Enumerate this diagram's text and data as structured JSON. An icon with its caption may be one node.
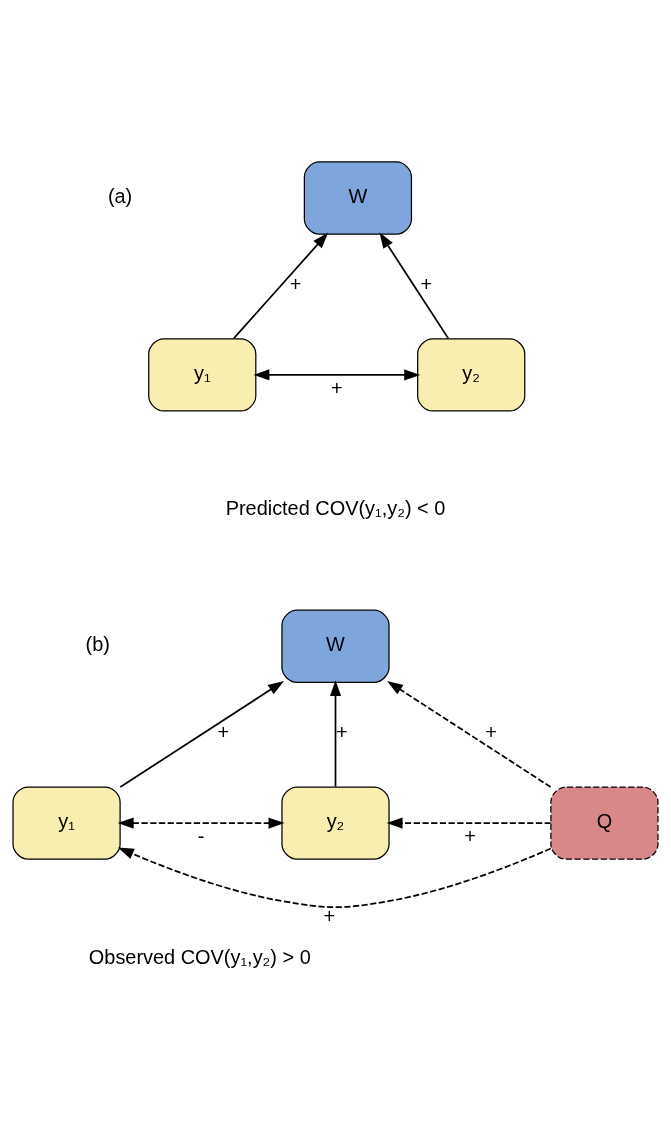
{
  "diagram": {
    "nodes": [
      {
        "text": [
          "W"
        ]
      },
      {
        "text": [
          "y₁"
        ]
      },
      {
        "text": [
          "y₂"
        ]
      },
      {
        "text": [
          "W"
        ]
      },
      {
        "text": [
          "y₁"
        ]
      },
      {
        "text": [
          "y₂"
        ]
      },
      {
        "text": [
          "Q"
        ]
      }
    ],
    "edges": [
      {
        "from": 1,
        "to": 0,
        "arrow": "to",
        "label": "+"
      },
      {
        "from": 2,
        "to": 0,
        "arrow": "to",
        "label": "+"
      },
      {
        "from": 1,
        "to": 2,
        "arrow": "both",
        "label": "+"
      },
      {
        "from": 4,
        "to": 3,
        "arrow": "to",
        "label": "+"
      },
      {
        "from": 5,
        "to": 3,
        "arrow": "to",
        "label": "+"
      },
      {
        "from": 6,
        "to": 3,
        "arrow": "to",
        "label": "+",
        "style": "dashed"
      },
      {
        "from": 4,
        "to": 5,
        "arrow": "both",
        "label": "-",
        "style": "dashed"
      },
      {
        "from": 6,
        "to": 5,
        "arrow": "to",
        "label": "+",
        "style": "dashed"
      },
      {
        "from": 6,
        "to": 4,
        "arrow": "to",
        "label": "+",
        "style": "dashed"
      }
    ],
    "labels": [
      "(a)",
      "Predicted COV(y₁,y₂) < 0",
      "(b)",
      "Observed COV(y₁,y₂) > 0"
    ]
  }
}
